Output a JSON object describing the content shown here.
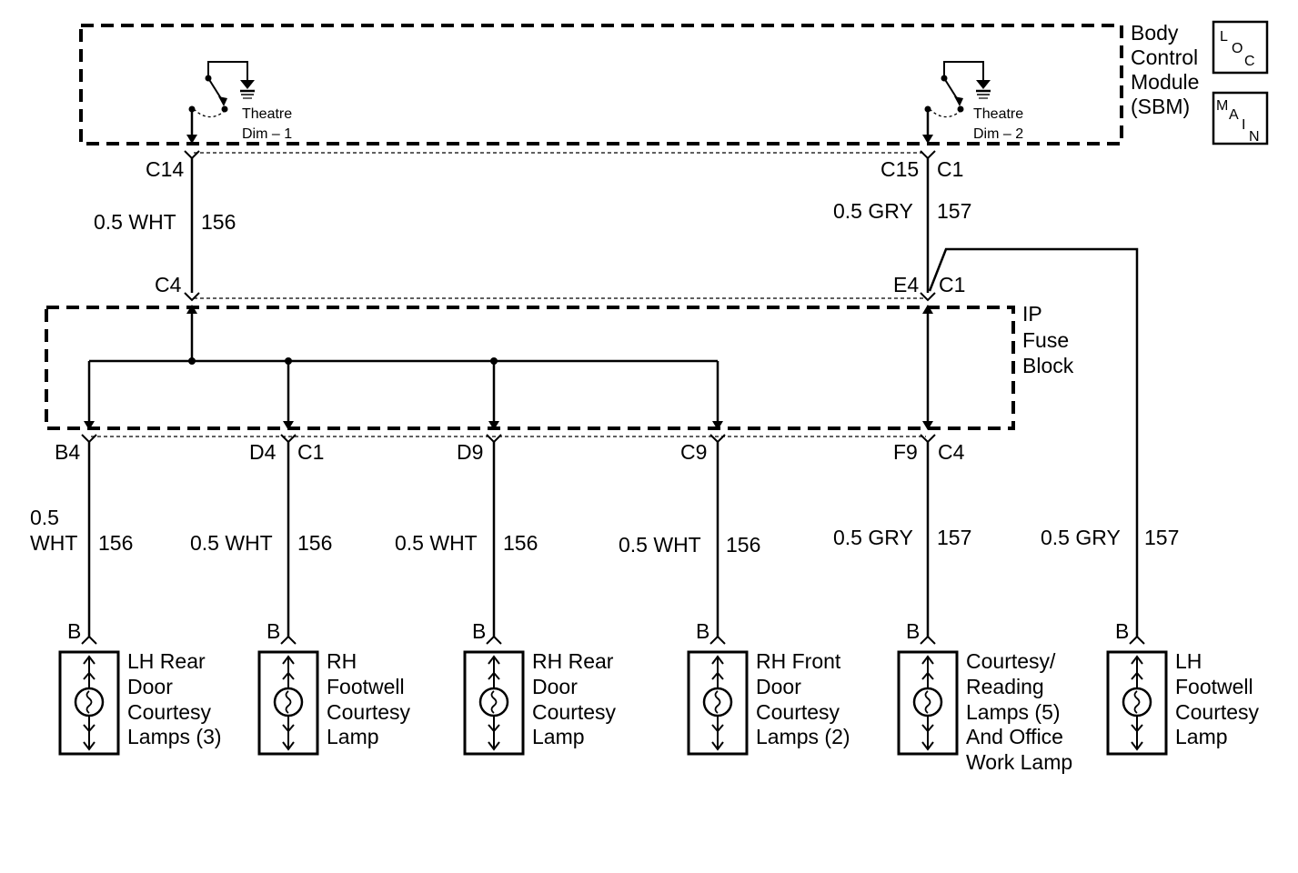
{
  "modules": {
    "bcm": {
      "lines": [
        "Body",
        "Control",
        "Module",
        "(SBM)"
      ]
    },
    "ip_fuse_block": {
      "lines": [
        "IP",
        "Fuse",
        "Block"
      ]
    }
  },
  "badges": {
    "loc": {
      "chars": [
        "L",
        "O",
        "C"
      ]
    },
    "main": {
      "chars": [
        "M",
        "A",
        "I",
        "N"
      ]
    }
  },
  "switches": [
    {
      "lines": [
        "Theatre",
        "Dim – 1"
      ]
    },
    {
      "lines": [
        "Theatre",
        "Dim – 2"
      ]
    }
  ],
  "connectors": {
    "c14": "C14",
    "c15": "C15",
    "c15_conn": "C1",
    "c4": "C4",
    "e4": "E4",
    "e4_conn": "C1",
    "b4": "B4",
    "d4": "D4",
    "d4_conn": "C1",
    "d9": "D9",
    "c9": "C9",
    "f9": "F9",
    "f9_conn": "C4"
  },
  "wires_upper": [
    {
      "wire": "0.5 WHT",
      "circuit": "156"
    },
    {
      "wire": "0.5 GRY",
      "circuit": "157"
    }
  ],
  "wires_lower": [
    {
      "wire_lines": [
        "0.5",
        "WHT"
      ],
      "circuit": "156"
    },
    {
      "wire": "0.5 WHT",
      "circuit": "156"
    },
    {
      "wire": "0.5 WHT",
      "circuit": "156"
    },
    {
      "wire": "0.5 WHT",
      "circuit": "156"
    },
    {
      "wire": "0.5 GRY",
      "circuit": "157"
    },
    {
      "wire": "0.5 GRY",
      "circuit": "157"
    }
  ],
  "lamps": [
    {
      "pin": "B",
      "lines": [
        "LH Rear",
        "Door",
        "Courtesy",
        "Lamps (3)"
      ]
    },
    {
      "pin": "B",
      "lines": [
        "RH",
        "Footwell",
        "Courtesy",
        "Lamp"
      ]
    },
    {
      "pin": "B",
      "lines": [
        "RH Rear",
        "Door",
        "Courtesy",
        "Lamp"
      ]
    },
    {
      "pin": "B",
      "lines": [
        "RH Front",
        "Door",
        "Courtesy",
        "Lamps (2)"
      ]
    },
    {
      "pin": "B",
      "lines": [
        "Courtesy/",
        "Reading",
        "Lamps (5)",
        "And Office",
        "Work Lamp"
      ]
    },
    {
      "pin": "B",
      "lines": [
        "LH",
        "Footwell",
        "Courtesy",
        "Lamp"
      ]
    }
  ]
}
